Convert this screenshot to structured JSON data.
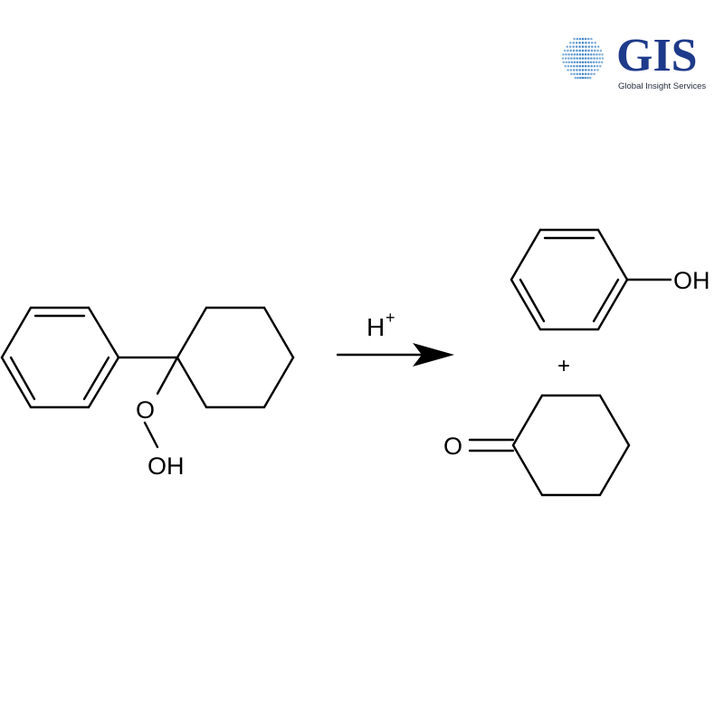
{
  "logo": {
    "letters": "GIS",
    "tagline": "Global Insight Services",
    "primary_color": "#1e3a8a",
    "drop_color": "#3b82c4",
    "icon": "droplet-grid-icon"
  },
  "reaction": {
    "reactant": {
      "substituent_label": "O",
      "hydroxyl_label": "OH"
    },
    "reagent": {
      "base": "H",
      "superscript": "+"
    },
    "products": {
      "phenol_label": "OH",
      "plus": "+",
      "ketone_label": "O"
    }
  }
}
